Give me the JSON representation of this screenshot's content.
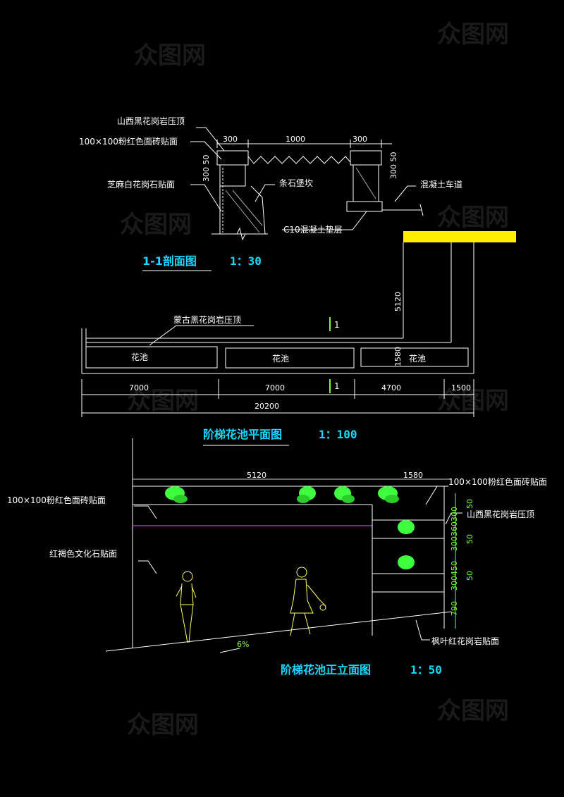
{
  "watermark": "众图网",
  "section_1_1": {
    "title": "1-1剖面图",
    "scale": "1：30",
    "labels": {
      "coping": "山西黑花岗岩压顶",
      "tile": "100×100粉红色面砖贴面",
      "granite_face": "芝麻白花岗石贴面",
      "curb_stone": "条石堡坎",
      "concrete_road": "混凝土车道",
      "c10_bed": "C10混凝土垫层"
    },
    "dims": {
      "w_left": "300",
      "w_mid": "1000",
      "w_right": "300",
      "h_left": "300 50",
      "h_right": "300 50"
    }
  },
  "plan": {
    "title": "阶梯花池平面图",
    "scale": "1：100",
    "coping_label": "蒙古黑花岗岩压顶",
    "bed_labels": [
      "花池",
      "花池",
      "花池"
    ],
    "cut_marker": "1",
    "dims": {
      "spans": [
        "7000",
        "7000",
        "4700",
        "1500"
      ],
      "total": "20200",
      "vertical_long": "5120",
      "vertical_short": "1580"
    }
  },
  "elevation": {
    "title": "阶梯花池正立面图",
    "scale": "1：50",
    "labels": {
      "tile_left": "100×100粉红色面砖贴面",
      "cultured_stone": "红褐色文化石贴面",
      "tile_right": "100×100粉红色面砖贴面",
      "coping_right": "山西黑花岗岩压顶",
      "maple_granite": "枫叶红花岗岩贴面"
    },
    "dims": {
      "top_long": "5120",
      "top_short": "1580",
      "v_stack_1": "300360300",
      "v_stack_2": "300450",
      "v_bottom": "790",
      "v_50_a": "50",
      "v_50_b": "50",
      "v_50_c": "50",
      "slope": "6%"
    }
  },
  "colors": {
    "background": "#000000",
    "line": "#ffffff",
    "title": "#19d8ff",
    "dim_green": "#7dff3a",
    "plant": "#3dff3d",
    "highlight": "#ffee00",
    "purple": "#8a3dbf"
  }
}
